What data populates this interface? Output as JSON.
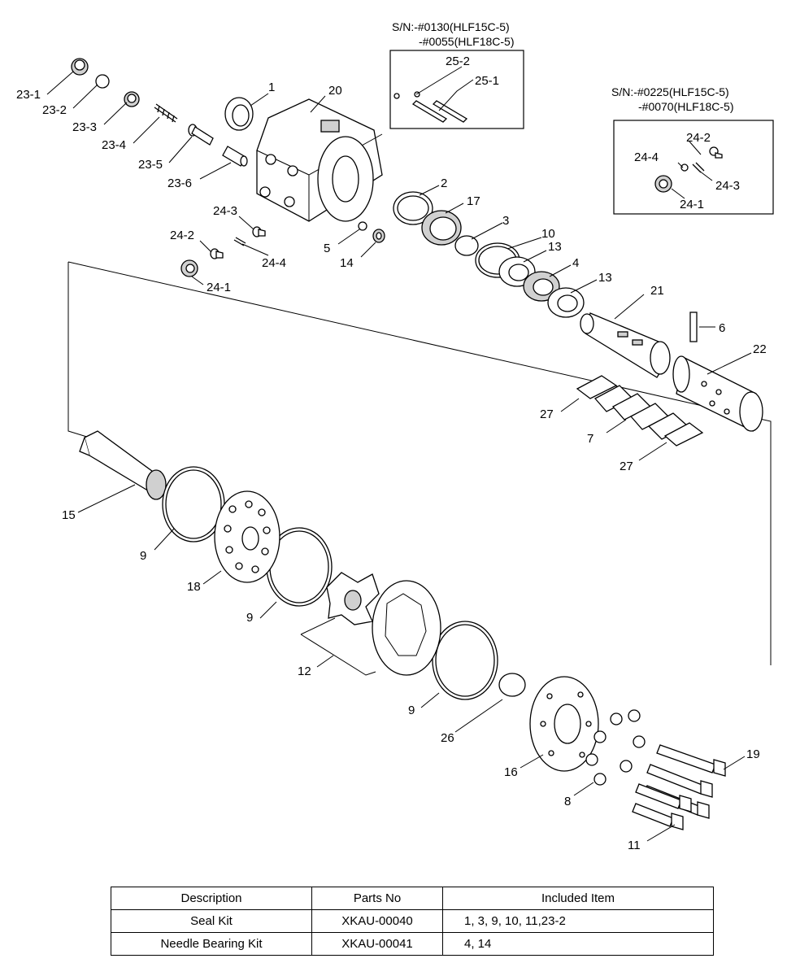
{
  "serial_notes": {
    "top": [
      "S/N:-#0130(HLF15C-5)",
      "-#0055(HLF18C-5)"
    ],
    "right": [
      "S/N:-#0225(HLF15C-5)",
      "-#0070(HLF18C-5)"
    ]
  },
  "callouts": {
    "c1": "1",
    "c20": "20",
    "c23_1": "23-1",
    "c23_2": "23-2",
    "c23_3": "23-3",
    "c23_4": "23-4",
    "c23_5": "23-5",
    "c23_6": "23-6",
    "c25_2": "25-2",
    "c25_1": "25-1",
    "c24_2r": "24-2",
    "c24_4r": "24-4",
    "c24_3r": "24-3",
    "c24_1r": "24-1",
    "c24_3": "24-3",
    "c24_2": "24-2",
    "c24_4": "24-4",
    "c24_1": "24-1",
    "c5": "5",
    "c14": "14",
    "c2": "2",
    "c17": "17",
    "c3": "3",
    "c10": "10",
    "c13a": "13",
    "c4": "4",
    "c13b": "13",
    "c21": "21",
    "c6": "6",
    "c22": "22",
    "c27a": "27",
    "c7": "7",
    "c27b": "27",
    "c15": "15",
    "c9a": "9",
    "c18": "18",
    "c9b": "9",
    "c12": "12",
    "c9c": "9",
    "c26": "26",
    "c16": "16",
    "c8": "8",
    "c19": "19",
    "c11": "11"
  },
  "kit_table": {
    "headers": [
      "Description",
      "Parts No",
      "Included Item"
    ],
    "rows": [
      [
        "Seal Kit",
        "XKAU-00040",
        "1, 3, 9, 10, 11,23-2"
      ],
      [
        "Needle Bearing Kit",
        "XKAU-00041",
        "4, 14"
      ]
    ]
  }
}
